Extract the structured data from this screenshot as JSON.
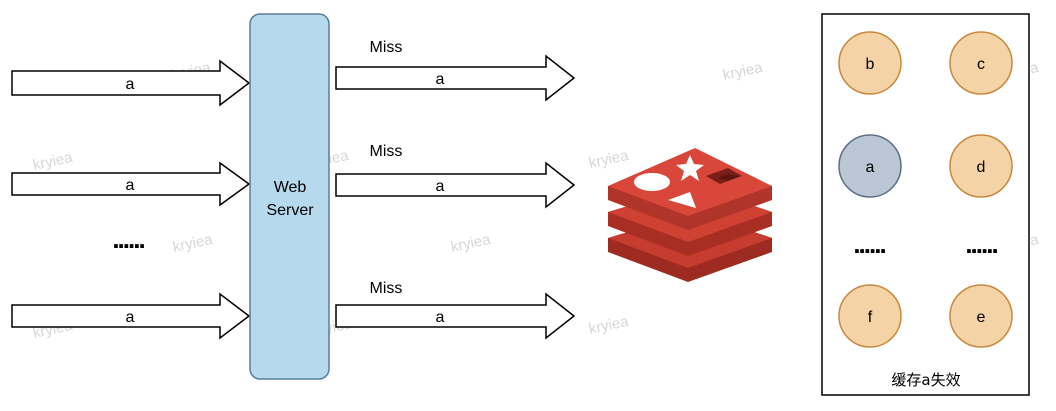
{
  "server": {
    "line1": "Web",
    "line2": "Server"
  },
  "requests": [
    {
      "label": "a"
    },
    {
      "label": "a"
    },
    {
      "label": "a"
    }
  ],
  "forwards": [
    {
      "status": "Miss",
      "label": "a"
    },
    {
      "status": "Miss",
      "label": "a"
    },
    {
      "status": "Miss",
      "label": "a"
    }
  ],
  "ellipsis": "......",
  "cache": {
    "keys": [
      "b",
      "c",
      "a",
      "d",
      "f",
      "e"
    ],
    "ellipsis_left": "......",
    "ellipsis_right": "......",
    "caption": "缓存a失效"
  },
  "watermark": "kryiea",
  "colors": {
    "server_fill": "#b7d9ed",
    "key_fill": "#f4d3a6",
    "key_stroke": "#c8883f",
    "expired_fill": "#bcc7d6",
    "expired_stroke": "#5c6f85",
    "redis": "#c63c2f"
  }
}
